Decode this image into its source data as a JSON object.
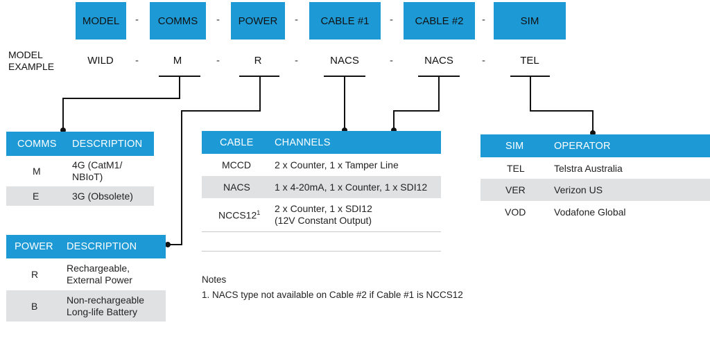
{
  "headers": [
    "MODEL",
    "COMMS",
    "POWER",
    "CABLE #1",
    "CABLE #2",
    "SIM"
  ],
  "separator": "-",
  "example": {
    "label_line1": "MODEL",
    "label_line2": "EXAMPLE",
    "values": [
      "WILD",
      "M",
      "R",
      "NACS",
      "NACS",
      "TEL"
    ]
  },
  "comms_table": {
    "col1": "COMMS",
    "col2": "DESCRIPTION",
    "rows": [
      {
        "code": "M",
        "desc1": "4G (CatM1/",
        "desc2": "NBIoT)"
      },
      {
        "code": "E",
        "desc1": "3G (Obsolete)",
        "desc2": ""
      }
    ]
  },
  "power_table": {
    "col1": "POWER",
    "col2": "DESCRIPTION",
    "rows": [
      {
        "code": "R",
        "desc1": "Rechargeable,",
        "desc2": "External Power"
      },
      {
        "code": "B",
        "desc1": "Non-rechargeable",
        "desc2": "Long-life Battery"
      }
    ]
  },
  "cable_table": {
    "col1": "CABLE",
    "col2": "CHANNELS",
    "rows": [
      {
        "code": "MCCD",
        "sup": "",
        "desc1": "2 x Counter, 1 x Tamper Line",
        "desc2": ""
      },
      {
        "code": "NACS",
        "sup": "",
        "desc1": "1 x 4-20mA, 1 x Counter, 1 x SDI12",
        "desc2": ""
      },
      {
        "code": "NCCS12",
        "sup": "1",
        "desc1": "2 x Counter, 1 x SDI12",
        "desc2": "(12V Constant Output)"
      }
    ]
  },
  "sim_table": {
    "col1": "SIM",
    "col2": "OPERATOR",
    "rows": [
      {
        "code": "TEL",
        "desc1": "Telstra Australia"
      },
      {
        "code": "VER",
        "desc1": "Verizon US"
      },
      {
        "code": "VOD",
        "desc1": "Vodafone Global"
      }
    ]
  },
  "notes": {
    "title": "Notes",
    "items": [
      "1. NACS type not available on Cable #2 if Cable #1 is NCCS12"
    ]
  },
  "colors": {
    "header": "#1d9ad6",
    "shade": "#dfe1e3",
    "line": "#111111"
  }
}
